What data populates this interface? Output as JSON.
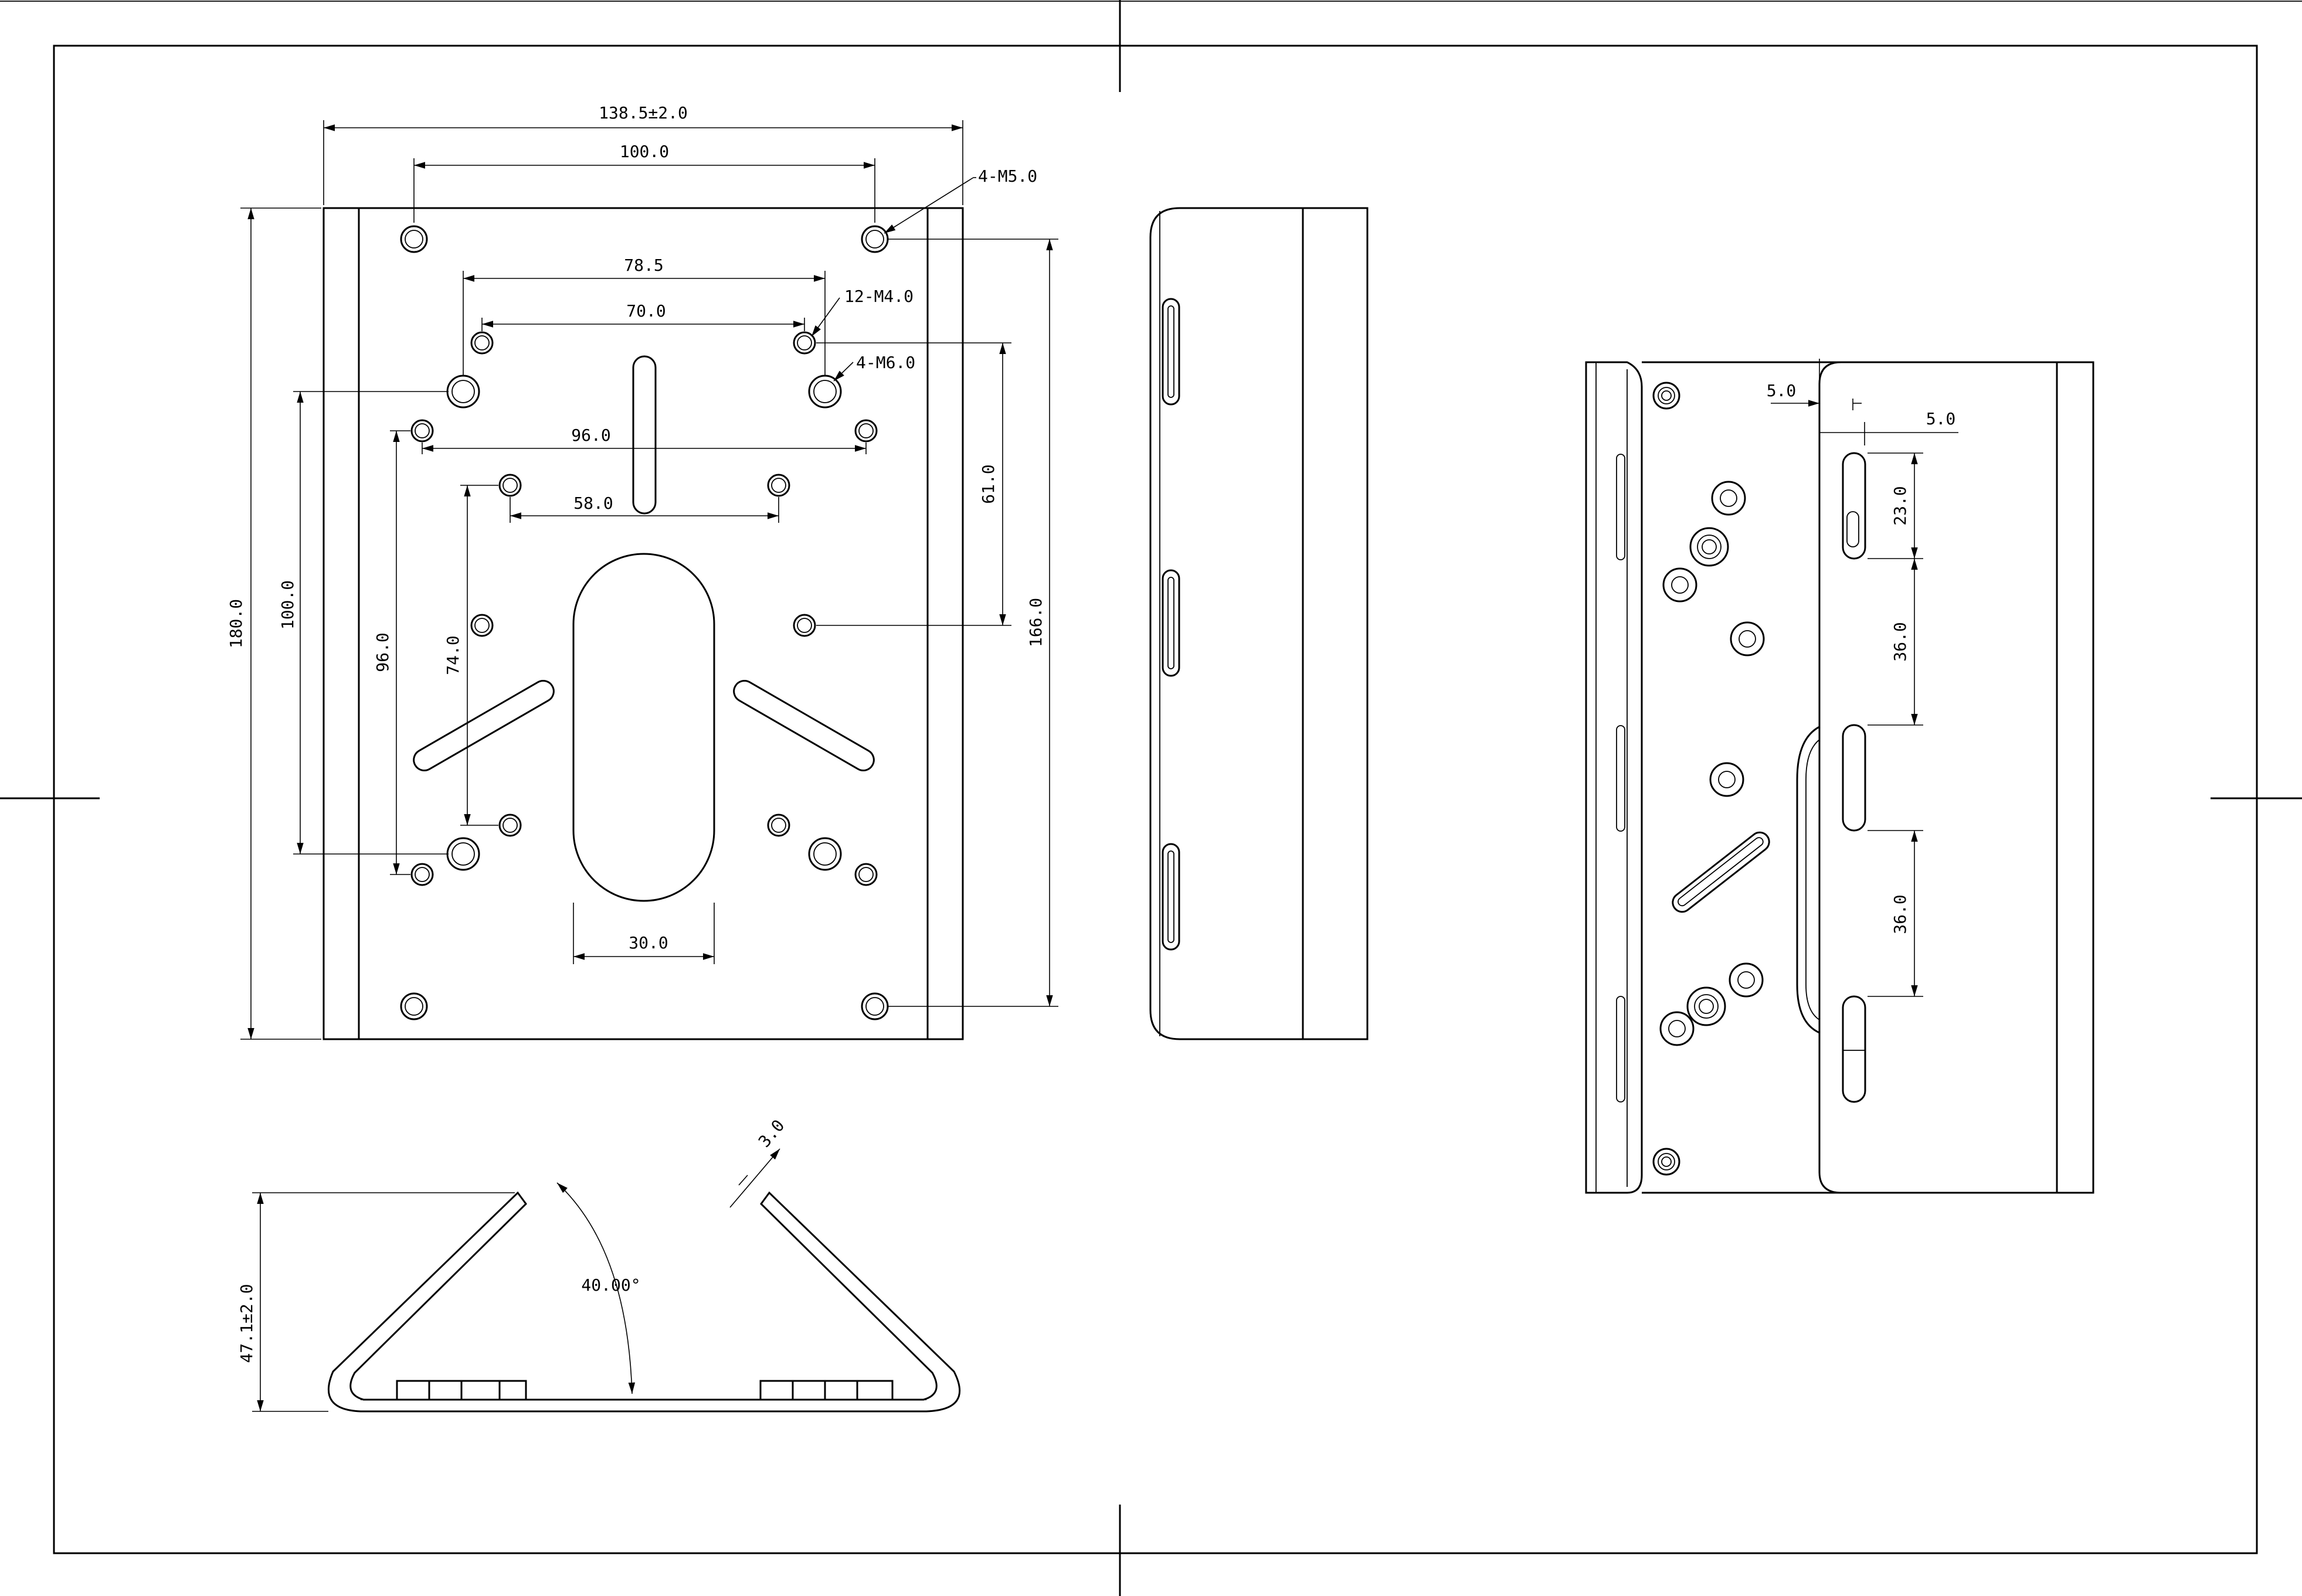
{
  "drawing": {
    "top_view_dims": {
      "overall_width": "138.5±2.0",
      "hole_pitch_100": "100.0",
      "pitch_78_5": "78.5",
      "pitch_70": "70.0",
      "pitch_96": "96.0",
      "pitch_58": "58.0",
      "slot_width_30": "30.0",
      "overall_height": "180.0",
      "left_100": "100.0",
      "left_96": "96.0",
      "left_74": "74.0",
      "right_61": "61.0",
      "right_166": "166.0"
    },
    "callouts": {
      "m5": "4-M5.0",
      "m4": "12-M4.0",
      "m6": "4-M6.0"
    },
    "bottom_view_dims": {
      "height": "47.1±2.0",
      "angle": "40.00°",
      "thickness": "3.0"
    },
    "iso_view_dims": {
      "offset_a": "5.0",
      "offset_b": "5.0",
      "slot_23": "23.0",
      "gap_36_a": "36.0",
      "gap_36_b": "36.0"
    }
  }
}
